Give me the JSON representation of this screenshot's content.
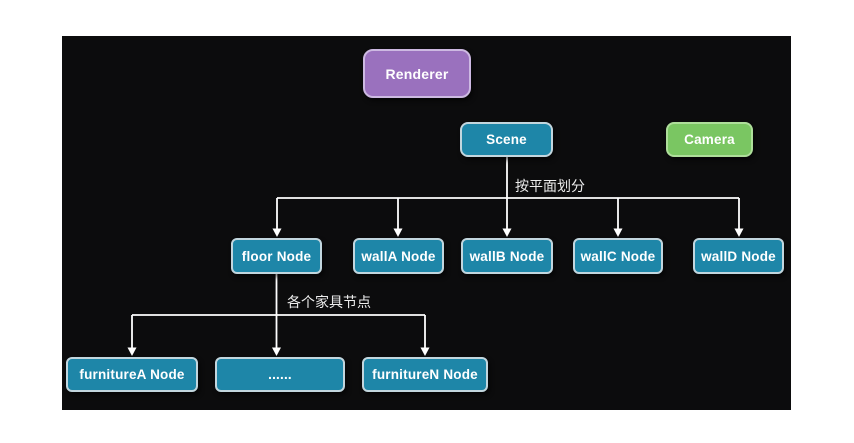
{
  "diagram": {
    "nodes": [
      {
        "id": "renderer",
        "label": "Renderer"
      },
      {
        "id": "scene",
        "label": "Scene"
      },
      {
        "id": "camera",
        "label": "Camera"
      },
      {
        "id": "floor",
        "label": "floor Node"
      },
      {
        "id": "wallA",
        "label": "wallA Node"
      },
      {
        "id": "wallB",
        "label": "wallB Node"
      },
      {
        "id": "wallC",
        "label": "wallC Node"
      },
      {
        "id": "wallD",
        "label": "wallD Node"
      },
      {
        "id": "furnitureA",
        "label": "furnitureA Node"
      },
      {
        "id": "ellipsis",
        "label": "......"
      },
      {
        "id": "furnitureN",
        "label": "furnitureN Node"
      }
    ],
    "edge_labels": {
      "plane_split": "按平面划分",
      "furniture_nodes": "各个家具节点"
    },
    "colors": {
      "page_bg": "#ffffff",
      "panel_bg": "#0c0c0d",
      "purple_fill": "#9a71be",
      "purple_border": "#cdb9e2",
      "teal_fill": "#1e86a8",
      "teal_border": "#c2d6de",
      "green_fill": "#7ac662",
      "green_border": "#aede9a",
      "line": "#ffffff",
      "node_text": "#ffffff",
      "label_text": "#ededed"
    }
  }
}
